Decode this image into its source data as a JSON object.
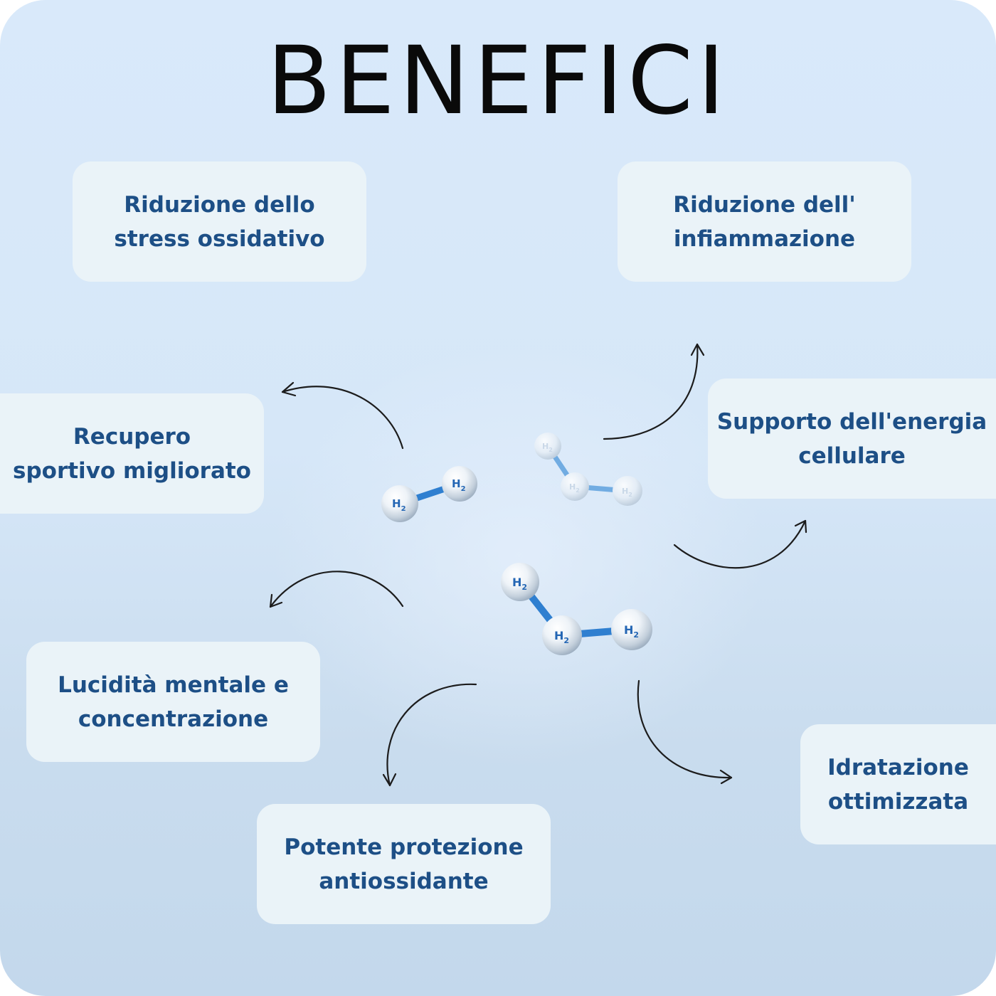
{
  "title": "BENEFICI",
  "benefits": [
    {
      "line1": "Riduzione dello",
      "line2": "stress ossidativo"
    },
    {
      "line1": "Riduzione dell'",
      "line2": "infiammazione"
    },
    {
      "line1": "Recupero",
      "line2": "sportivo migliorato"
    },
    {
      "line1": "Supporto dell'energia",
      "line2": "cellulare"
    },
    {
      "line1": "Lucidità mentale e",
      "line2": "concentrazione"
    },
    {
      "line1": "Potente protezione",
      "line2": "antiossidante"
    },
    {
      "line1": "Idratazione",
      "line2": "ottimizzata"
    }
  ],
  "molecule_label": "H",
  "molecule_subscript": "2",
  "colors": {
    "card_text": "#1d4f86",
    "card_bg": "#eaf3f8",
    "bond": "#2f7fd0",
    "title": "#0a0a0a"
  }
}
